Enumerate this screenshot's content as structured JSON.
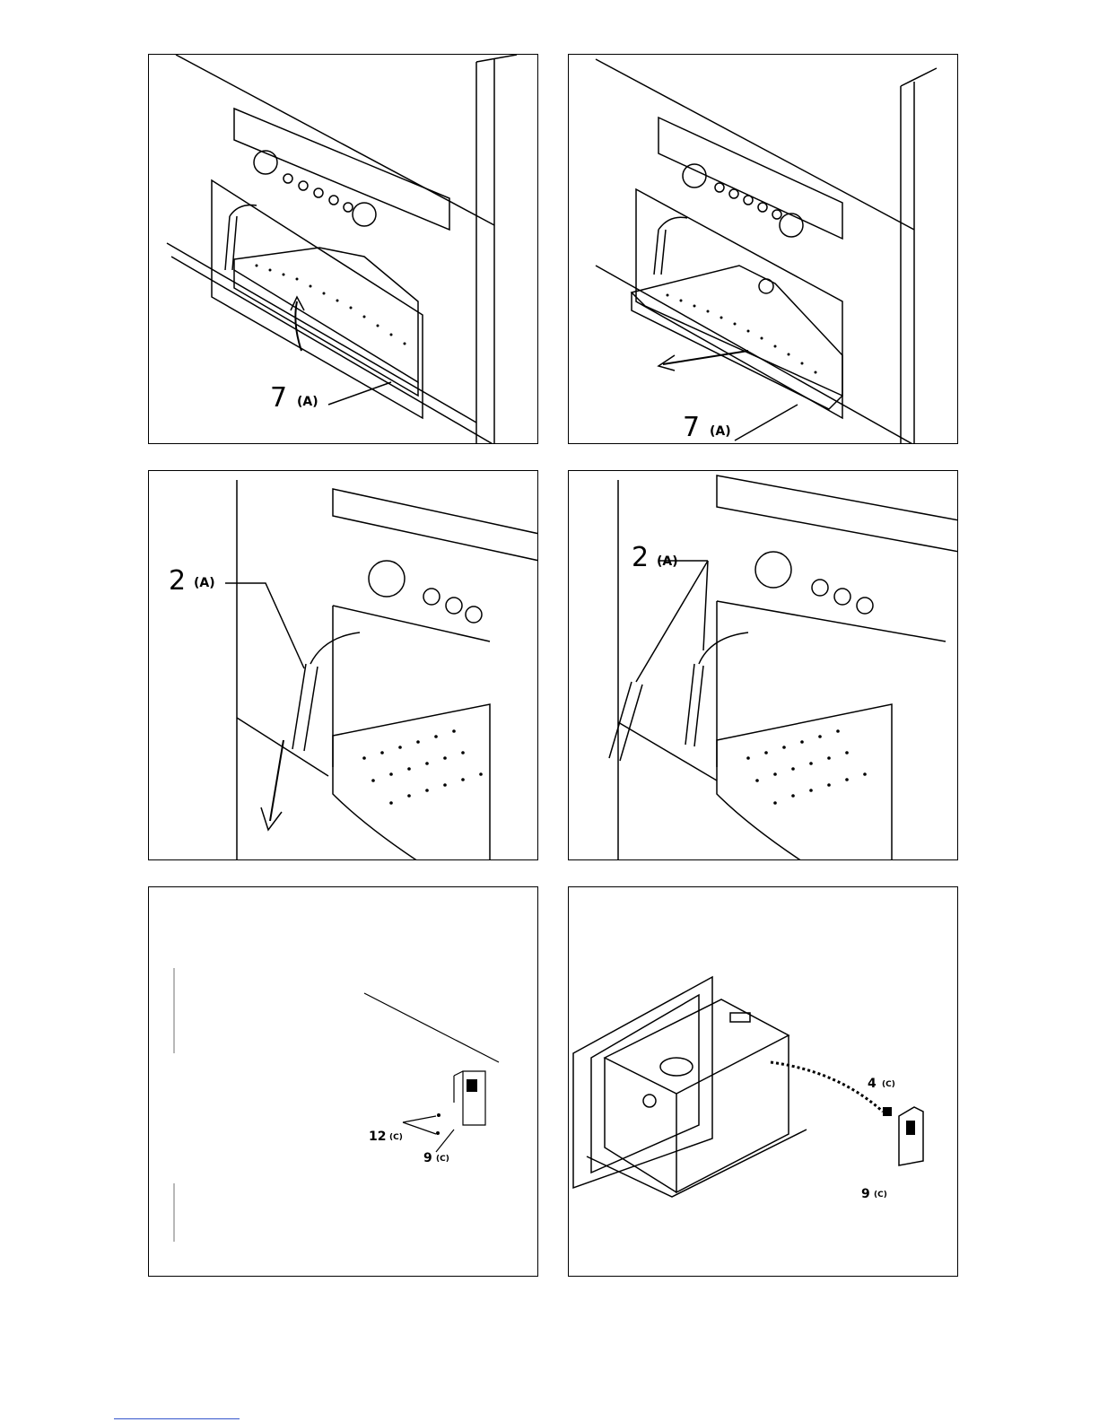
{
  "panels": {
    "drip_tray_lift": {
      "number": "7",
      "ref": "(A)"
    },
    "drip_tray_pull": {
      "number": "7",
      "ref": "(A)"
    },
    "nozzle_remove": {
      "number": "2",
      "ref": "(A)"
    },
    "nozzle_removed": {
      "number": "2",
      "ref": "(A)"
    },
    "bracket_fix": {
      "screw_number": "12",
      "screw_ref": "(C)",
      "bracket_number": "9",
      "bracket_ref": "(C)"
    },
    "cable_connect": {
      "cable_number": "4",
      "cable_ref": "(C)",
      "bracket_number": "9",
      "bracket_ref": "(C)"
    }
  }
}
